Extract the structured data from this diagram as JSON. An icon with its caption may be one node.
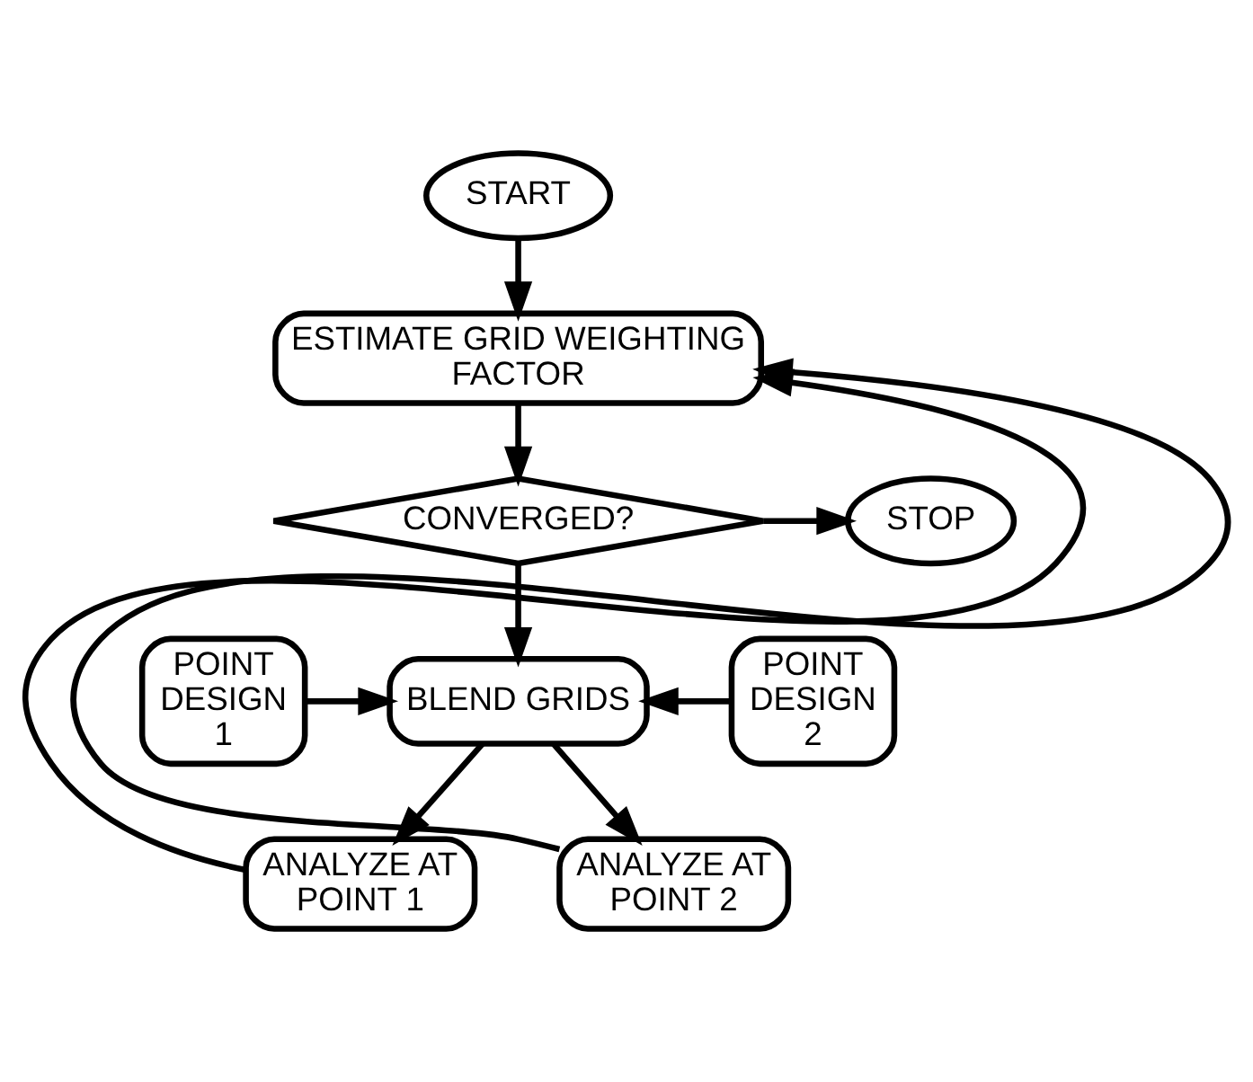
{
  "diagram": {
    "nodes": [
      {
        "text": [
          "START"
        ]
      },
      {
        "text": [
          "ESTIMATE GRID WEIGHTING FACTOR"
        ]
      },
      {
        "text": [
          "CONVERGED?"
        ]
      },
      {
        "text": [
          "STOP"
        ]
      },
      {
        "text": [
          "POINT DESIGN 1"
        ]
      },
      {
        "text": [
          "BLEND GRIDS"
        ]
      },
      {
        "text": [
          "POINT DESIGN 2"
        ]
      },
      {
        "text": [
          "ANALYZE AT POINT 1"
        ]
      },
      {
        "text": [
          "ANALYZE AT POINT 2"
        ]
      }
    ],
    "edges": [
      {
        "from": 0,
        "to": 1,
        "arrow": "to"
      },
      {
        "from": 1,
        "to": 2,
        "arrow": "to"
      },
      {
        "from": 2,
        "to": 3,
        "arrow": "to"
      },
      {
        "from": 2,
        "to": 5,
        "arrow": "to"
      },
      {
        "from": 4,
        "to": 5,
        "arrow": "to"
      },
      {
        "from": 6,
        "to": 5,
        "arrow": "to"
      },
      {
        "from": 5,
        "to": 7,
        "arrow": "to"
      },
      {
        "from": 5,
        "to": 8,
        "arrow": "to"
      },
      {
        "from": 7,
        "to": 1,
        "arrow": "to"
      },
      {
        "from": 8,
        "to": 1,
        "arrow": "to"
      }
    ]
  }
}
